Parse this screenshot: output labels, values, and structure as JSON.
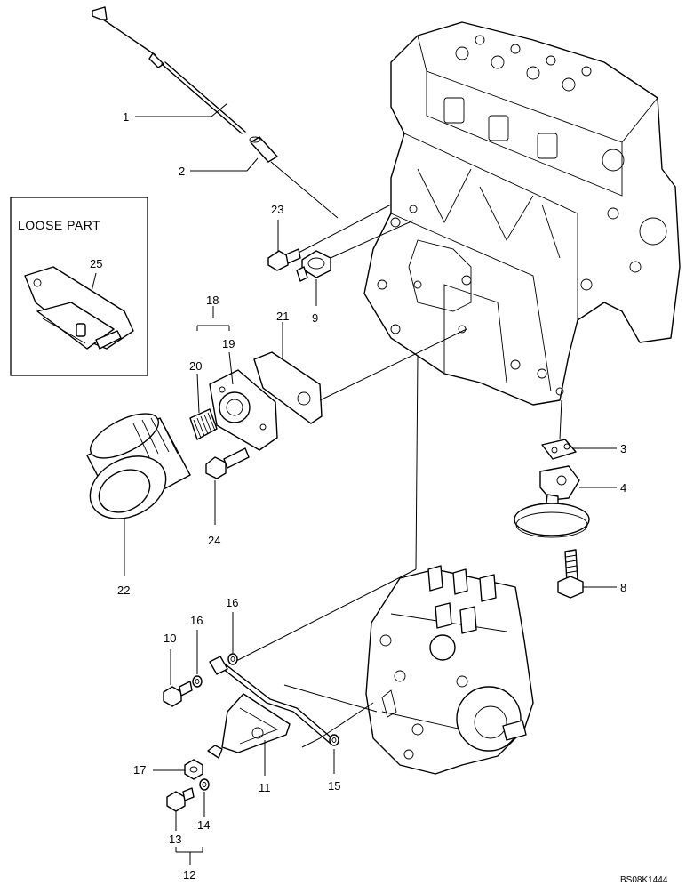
{
  "loose_part_box": {
    "title": "LOOSE PART",
    "part": "25"
  },
  "callouts": [
    "1",
    "2",
    "3",
    "4",
    "8",
    "9",
    "10",
    "11",
    "12",
    "13",
    "14",
    "15",
    "16",
    "16",
    "17",
    "18",
    "19",
    "20",
    "21",
    "22",
    "23",
    "24"
  ],
  "drawing_code": "BS08K1444"
}
